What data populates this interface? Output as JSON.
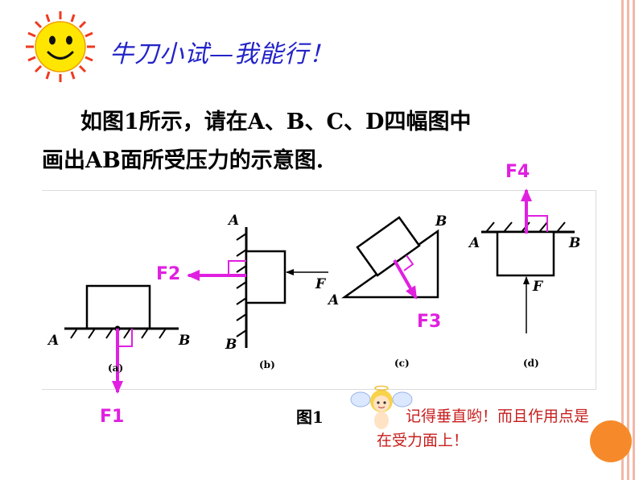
{
  "title": "牛刀小试—我能行！",
  "question": {
    "line1": "如图1所示，请在A、B、C、D四幅图中",
    "line2": "画出AB面所受压力的示意图."
  },
  "figure": {
    "caption": "图1",
    "subfigures": {
      "a": {
        "tag": "(a)",
        "left_label": "A",
        "right_label": "B",
        "force": "F1"
      },
      "b": {
        "tag": "(b)",
        "top_label": "A",
        "bottom_label": "B",
        "applied": "F",
        "force": "F2"
      },
      "c": {
        "tag": "(c)",
        "left_label": "A",
        "right_label": "B",
        "force": "F3"
      },
      "d": {
        "tag": "(d)",
        "left_label": "A",
        "right_label": "B",
        "applied": "F",
        "force": "F4"
      }
    }
  },
  "reminder": "记得垂直哟！而且作用点是在受力面上！",
  "colors": {
    "title": "#2323c8",
    "force_arrow": "#e020e0",
    "reminder_text": "#c81e1e",
    "sun": "#ffe600",
    "sun_rays": "#f03a1e",
    "badge": "#f68a2a"
  },
  "icons": {
    "sun": "smiling-sun-icon",
    "angel": "cartoon-angel-icon",
    "badge": "orange-circle-badge-icon"
  }
}
